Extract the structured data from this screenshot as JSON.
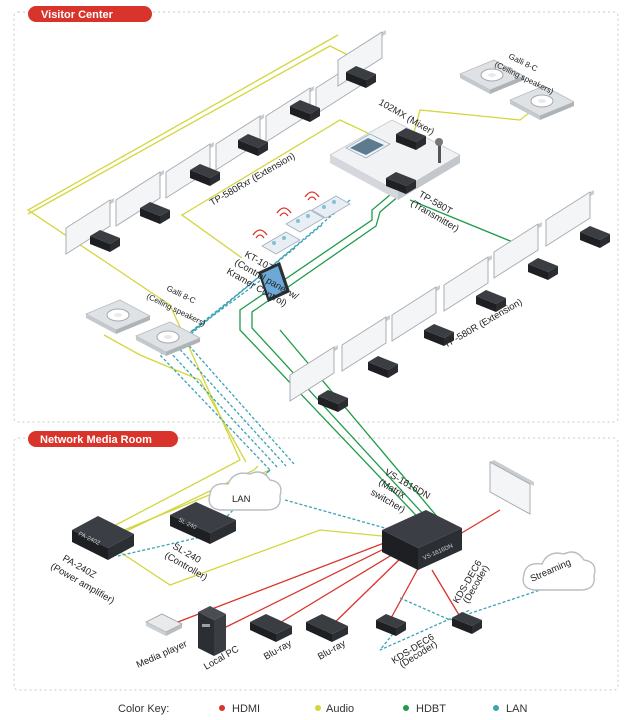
{
  "sections": {
    "visitor_center": "Visitor Center",
    "network_media_room": "Network Media Room"
  },
  "labels": {
    "galli_top_1": "Galli 8-C",
    "galli_top_2": "(Ceiling speakers)",
    "tp580rxr": "TP-580Rxr (Extension)",
    "mx102": "102MX (Mixer)",
    "tp580t_1": "TP-580T",
    "tp580t_2": "(Transmitter)",
    "kt107_1": "KT-107",
    "kt107_2": "(Control panel w/",
    "kt107_3": "Kramer Control)",
    "galli_left_1": "Galli 8-C",
    "galli_left_2": "(Ceiling speakers)",
    "tp580r": "TP-580R (Extension)",
    "lan": "LAN",
    "vs1616_1": "VS-1616DN",
    "vs1616_2": "(Matrix",
    "vs1616_3": "switcher)",
    "pa240_1": "PA-240Z",
    "pa240_2": "(Power amplifier)",
    "sl240_1": "SL-240",
    "sl240_2": "(Controller)",
    "streaming": "Streaming",
    "kdsdec_right_1": "KDS-DEC6",
    "kdsdec_right_2": "(Decoder)",
    "kdsdec_left_1": "KDS-DEC6",
    "kdsdec_left_2": "(Decoder)",
    "media_player": "Media player",
    "local_pc": "Local PC",
    "bluray_1": "Blu-ray",
    "bluray_2": "Blu-ray",
    "pa_front": "PA-240Z",
    "sl_front": "SL-240",
    "vs_front": "VS-1616DN"
  },
  "color_key": {
    "title": "Color Key:",
    "items": [
      {
        "label": "HDMI",
        "color": "#d9342b"
      },
      {
        "label": "Audio",
        "color": "#d4d63c"
      },
      {
        "label": "HDBT",
        "color": "#1e9c48"
      },
      {
        "label": "LAN",
        "color": "#3aa3b5"
      }
    ]
  }
}
